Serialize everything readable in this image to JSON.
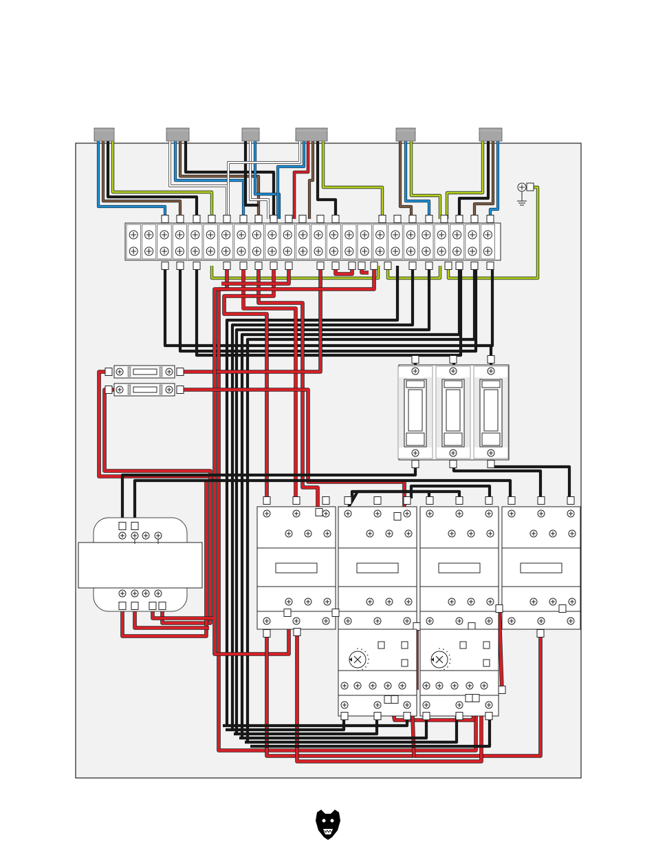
{
  "colors": {
    "panel_bg": "#f2f2f2",
    "panel_border": "#222222",
    "wire_red": "#d42027",
    "wire_black": "#1a1a1a",
    "wire_blue": "#1e8fd8",
    "wire_brown": "#7a5a44",
    "wire_green": "#7ab51d",
    "wire_yellow": "#e8e020",
    "wire_white": "#ffffff",
    "cable_grey": "#a6a6a6",
    "component_fill": "#ffffff",
    "logo": "#000000"
  },
  "icons": {
    "terminal": "screw-terminal-icon",
    "ground": "ground-symbol-icon",
    "dial": "overload-dial-icon",
    "logo": "grizzly-bear-logo-icon"
  },
  "layout_counts": {
    "terminal_strip_positions": 24,
    "fuse_holders": 3,
    "contactors": 4,
    "overload_relays": 2,
    "cable_entries": 6
  }
}
